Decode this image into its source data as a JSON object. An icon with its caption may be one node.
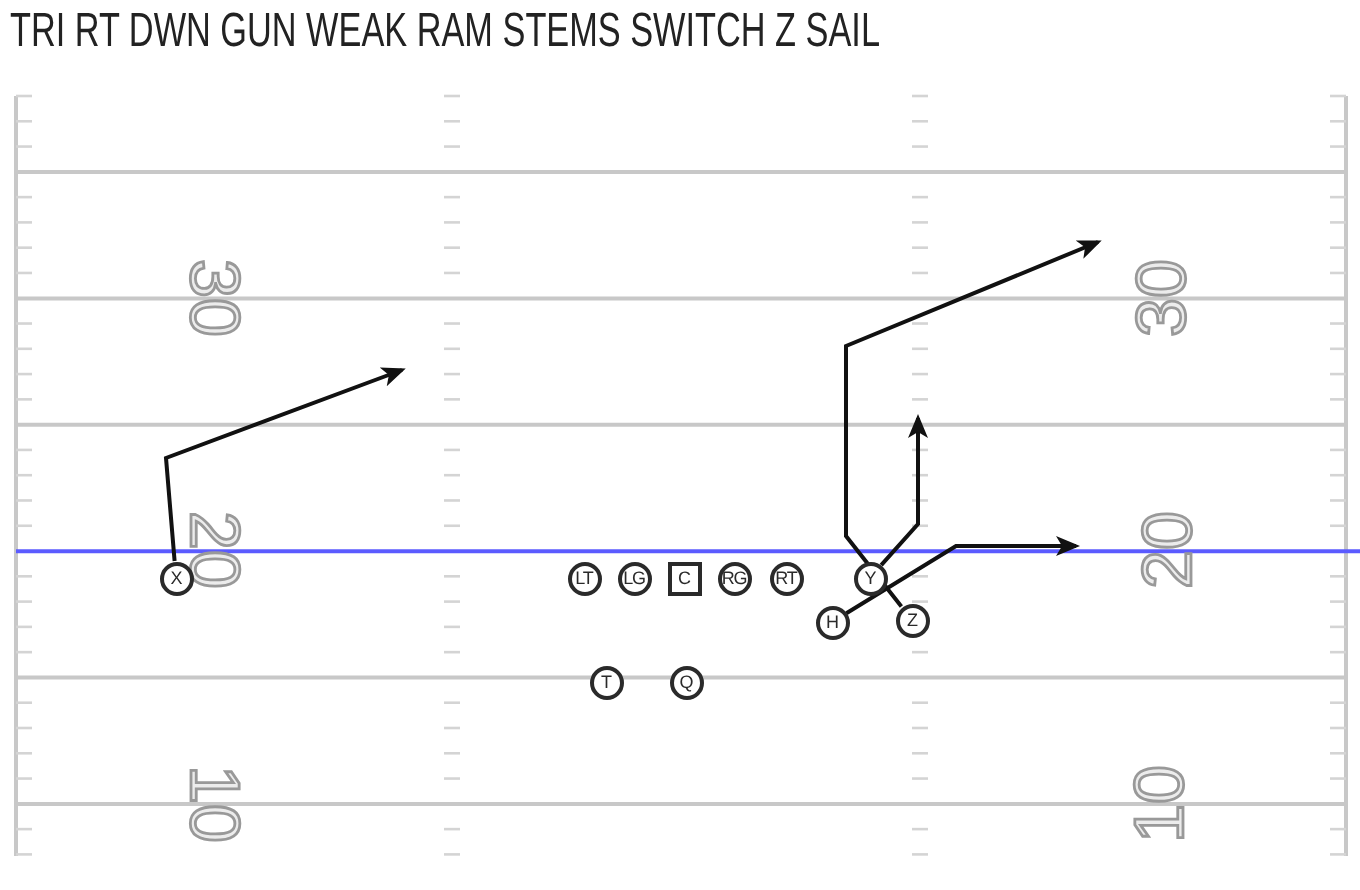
{
  "diagram": {
    "title": "TRI RT DWN GUN WEAK RAM STEMS SWITCH Z SAIL",
    "nodes": [
      {
        "text": [
          "X"
        ]
      },
      {
        "text": [
          "LT"
        ]
      },
      {
        "text": [
          "LG"
        ]
      },
      {
        "text": [
          "C"
        ]
      },
      {
        "text": [
          "RG"
        ]
      },
      {
        "text": [
          "RT"
        ]
      },
      {
        "text": [
          "Y"
        ]
      },
      {
        "text": [
          "H"
        ]
      },
      {
        "text": [
          "Z"
        ]
      },
      {
        "text": [
          "T"
        ]
      },
      {
        "text": [
          "Q"
        ]
      }
    ],
    "edges": [
      {
        "from": 0,
        "to": null,
        "arrow": "to"
      },
      {
        "from": 6,
        "to": null,
        "arrow": "to"
      },
      {
        "from": 7,
        "to": null,
        "arrow": "to"
      },
      {
        "from": 8,
        "to": null,
        "arrow": "to"
      }
    ],
    "labels": [
      "30",
      "30",
      "20",
      "20",
      "10",
      "10"
    ]
  }
}
